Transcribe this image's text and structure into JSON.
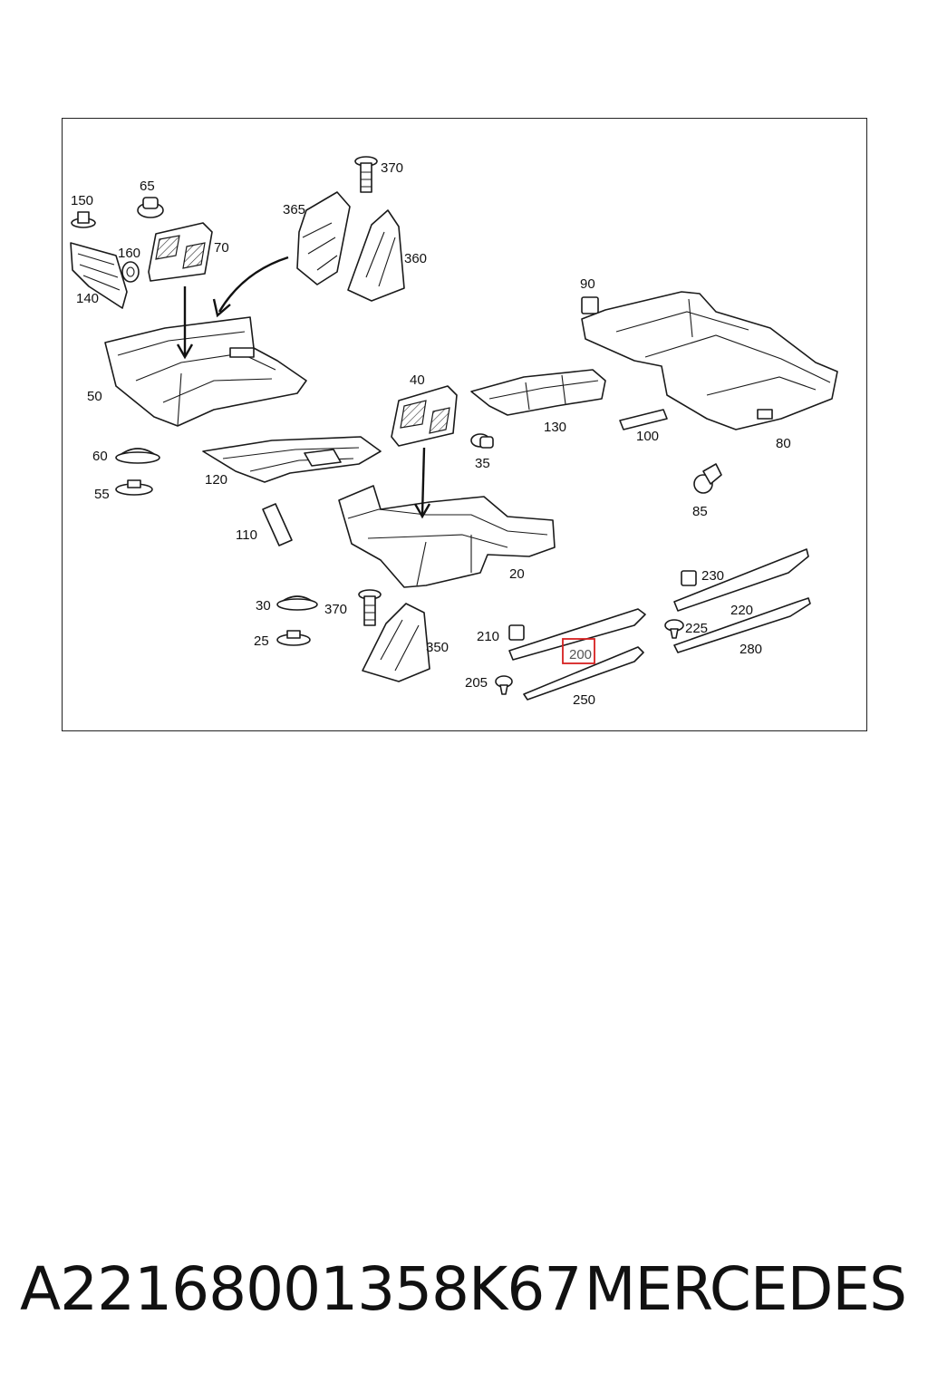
{
  "diagram": {
    "labels": [
      "370",
      "150",
      "65",
      "365",
      "70",
      "160",
      "360",
      "140",
      "90",
      "50",
      "40",
      "130",
      "100",
      "80",
      "60",
      "35",
      "120",
      "55",
      "85",
      "110",
      "20",
      "230",
      "30",
      "370",
      "220",
      "225",
      "210",
      "350",
      "25",
      "280",
      "200",
      "205",
      "250"
    ],
    "highlighted_label": "200",
    "colors": {
      "highlight": "#d62020",
      "line": "#1a1a1a"
    }
  },
  "footer": {
    "part_number": "A22168001358K67",
    "brand": "MERCEDES"
  }
}
